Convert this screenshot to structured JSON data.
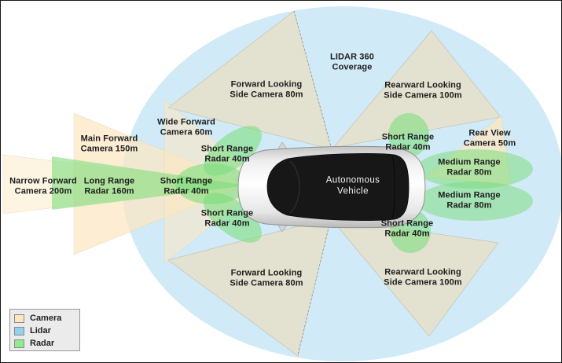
{
  "diagram_subject": "Autonomous vehicle sensor coverage",
  "vehicle": {
    "label": "Autonomous\nVehicle"
  },
  "sensors": [
    {
      "id": "lidar-360",
      "type": "lidar",
      "text": "LIDAR 360\nCoverage"
    },
    {
      "id": "forward-side-top",
      "type": "camera",
      "text": "Forward Looking\nSide Camera 80m"
    },
    {
      "id": "rearward-side-top",
      "type": "camera",
      "text": "Rearward Looking\nSide Camera 100m"
    },
    {
      "id": "wide-forward",
      "type": "camera",
      "text": "Wide Forward\nCamera 60m"
    },
    {
      "id": "main-forward",
      "type": "camera",
      "text": "Main Forward\nCamera 150m"
    },
    {
      "id": "narrow-forward",
      "type": "camera",
      "text": "Narrow Forward\nCamera 200m"
    },
    {
      "id": "long-range-radar",
      "type": "radar",
      "text": "Long Range\nRadar 160m"
    },
    {
      "id": "short-front-center",
      "type": "radar",
      "text": "Short Range\nRadar 40m"
    },
    {
      "id": "short-front-upper",
      "type": "radar",
      "text": "Short Range\nRadar 40m"
    },
    {
      "id": "short-front-lower",
      "type": "radar",
      "text": "Short Range\nRadar 40m"
    },
    {
      "id": "short-rear-upper",
      "type": "radar",
      "text": "Short Range\nRadar 40m"
    },
    {
      "id": "rear-view-camera",
      "type": "camera",
      "text": "Rear View\nCamera 50m"
    },
    {
      "id": "medium-range-upper",
      "type": "radar",
      "text": "Medium Range\nRadar 80m"
    },
    {
      "id": "medium-range-lower",
      "type": "radar",
      "text": "Medium Range\nRadar 80m"
    },
    {
      "id": "short-rear-lower",
      "type": "radar",
      "text": "Short Range\nRadar 40m"
    },
    {
      "id": "rearward-side-bottom",
      "type": "camera",
      "text": "Rearward Looking\nSide Camera 100m"
    },
    {
      "id": "forward-side-bottom",
      "type": "camera",
      "text": "Forward Looking\nSide Camera 80m"
    }
  ],
  "legend": {
    "items": [
      {
        "label": "Camera",
        "color": "#fbe7bd"
      },
      {
        "label": "Lidar",
        "color": "#92d1f0"
      },
      {
        "label": "Radar",
        "color": "#90ea90"
      }
    ]
  },
  "colors": {
    "lidar_zone": "#bfe2f5",
    "camera_side_zone": "#e7e0ca",
    "camera_forward_zone": "#fbe8c5",
    "camera_narrow_zone": "#fdf4df",
    "radar_zone": "#7ddd7d",
    "label_text": "#1d1d1d"
  }
}
